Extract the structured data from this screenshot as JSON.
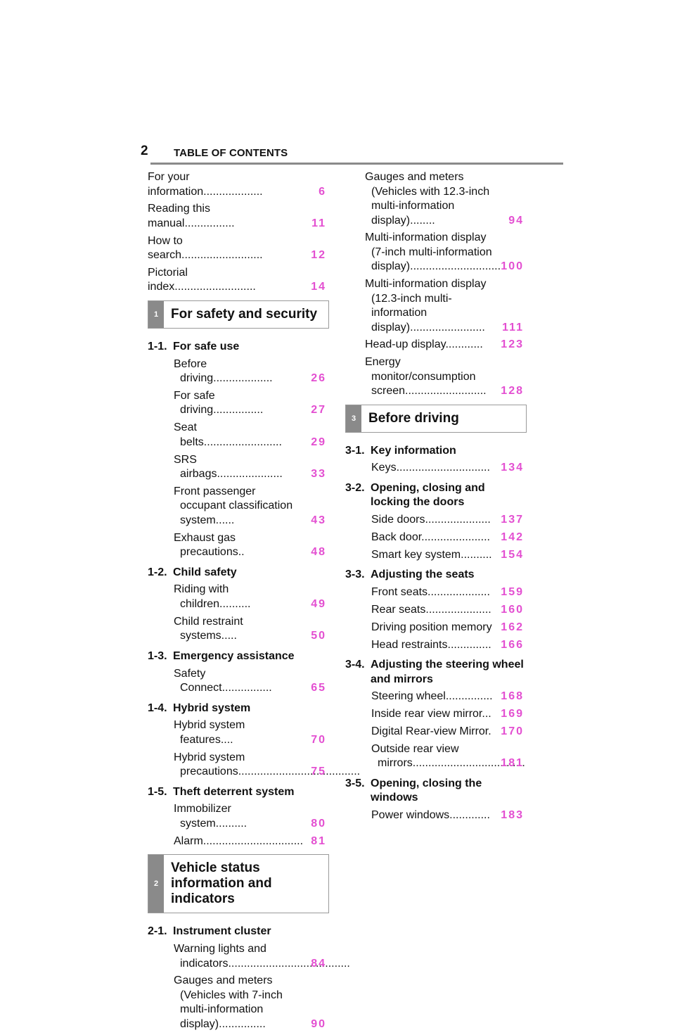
{
  "header": {
    "page_number": "2",
    "title": "TABLE OF CONTENTS"
  },
  "left_column": {
    "intro": [
      {
        "label": "For your information",
        "leader": "...................",
        "page": "6"
      },
      {
        "label": "Reading this manual",
        "leader": "................",
        "page": "11"
      },
      {
        "label": "How to search",
        "leader": "..........................",
        "page": "12"
      },
      {
        "label": "Pictorial index",
        "leader": "..........................",
        "page": "14"
      }
    ],
    "chapter1": {
      "number": "1",
      "title": "For safety and security",
      "sections": [
        {
          "number": "1-1.",
          "title": "For safe use",
          "entries": [
            {
              "label": "Before driving",
              "leader": "...................",
              "page": "26"
            },
            {
              "label": "For safe driving",
              "leader": "................",
              "page": "27"
            },
            {
              "label": "Seat belts",
              "leader": ".........................",
              "page": "29"
            },
            {
              "label": "SRS airbags",
              "leader": ".....................",
              "page": "33"
            },
            {
              "label": "Front passenger occupant classification system",
              "leader": "......",
              "page": "43"
            },
            {
              "label": "Exhaust gas precautions",
              "leader": "..",
              "page": "48"
            }
          ]
        },
        {
          "number": "1-2.",
          "title": "Child safety",
          "entries": [
            {
              "label": "Riding with children",
              "leader": "..........",
              "page": "49"
            },
            {
              "label": "Child restraint systems",
              "leader": ".....",
              "page": "50"
            }
          ]
        },
        {
          "number": "1-3.",
          "title": "Emergency assistance",
          "entries": [
            {
              "label": "Safety Connect",
              "leader": "................",
              "page": "65"
            }
          ]
        },
        {
          "number": "1-4.",
          "title": "Hybrid system",
          "entries": [
            {
              "label": "Hybrid system features",
              "leader": "....",
              "page": "70"
            },
            {
              "label": "Hybrid system precautions",
              "leader": ".......................................",
              "page": "75"
            }
          ]
        },
        {
          "number": "1-5.",
          "title": "Theft deterrent system",
          "entries": [
            {
              "label": "Immobilizer system",
              "leader": "..........",
              "page": "80"
            },
            {
              "label": "Alarm",
              "leader": "................................",
              "page": "81"
            }
          ]
        }
      ]
    },
    "chapter2": {
      "number": "2",
      "title": "Vehicle status information and indicators",
      "sections": [
        {
          "number": "2-1.",
          "title": "Instrument cluster",
          "entries": [
            {
              "label": "Warning lights and indicators",
              "leader": ".......................................",
              "page": "84"
            },
            {
              "label": "Gauges and meters (Vehicles with 7-inch multi-information display)",
              "leader": "...............",
              "page": "90"
            }
          ]
        }
      ]
    }
  },
  "right_column": {
    "chapter2_continued": [
      {
        "label": "Gauges and meters (Vehicles with 12.3-inch multi-information display)",
        "leader": "........",
        "page": "94"
      },
      {
        "label": "Multi-information display (7-inch multi-information display)",
        "leader": ".............................",
        "page": "100"
      },
      {
        "label": "Multi-information display (12.3-inch multi-information display)",
        "leader": "........................",
        "page": "111"
      },
      {
        "label": "Head-up display",
        "leader": "............",
        "page": "123"
      },
      {
        "label": "Energy monitor/consumption screen",
        "leader": "..........................",
        "page": "128"
      }
    ],
    "chapter3": {
      "number": "3",
      "title": "Before driving",
      "sections": [
        {
          "number": "3-1.",
          "title": "Key information",
          "entries": [
            {
              "label": "Keys",
              "leader": "..............................",
              "page": "134"
            }
          ]
        },
        {
          "number": "3-2.",
          "title": "Opening, closing and locking the doors",
          "entries": [
            {
              "label": "Side doors",
              "leader": ".....................",
              "page": "137"
            },
            {
              "label": "Back door",
              "leader": "......................",
              "page": "142"
            },
            {
              "label": "Smart key system",
              "leader": "..........",
              "page": "154"
            }
          ]
        },
        {
          "number": "3-3.",
          "title": "Adjusting the seats",
          "entries": [
            {
              "label": "Front seats",
              "leader": "....................",
              "page": "159"
            },
            {
              "label": "Rear seats",
              "leader": ".....................",
              "page": "160"
            },
            {
              "label": "Driving position memory",
              "leader": "",
              "page": "162"
            },
            {
              "label": "Head restraints",
              "leader": "..............",
              "page": "166"
            }
          ]
        },
        {
          "number": "3-4.",
          "title": "Adjusting the steering wheel and mirrors",
          "entries": [
            {
              "label": "Steering wheel",
              "leader": "...............",
              "page": "168"
            },
            {
              "label": "Inside rear view mirror",
              "leader": "...",
              "page": "169"
            },
            {
              "label": "Digital Rear-view Mirror",
              "leader": ".",
              "page": "170"
            },
            {
              "label": "Outside rear view mirrors",
              "leader": "....................................",
              "page": "181"
            }
          ]
        },
        {
          "number": "3-5.",
          "title": "Opening, closing the windows",
          "entries": [
            {
              "label": "Power windows",
              "leader": ".............",
              "page": "183"
            }
          ]
        }
      ]
    }
  },
  "colors": {
    "page_ref": "#e34fd1",
    "chapter_tab": "#8a8a8a",
    "rule": "#8a8a8a"
  }
}
